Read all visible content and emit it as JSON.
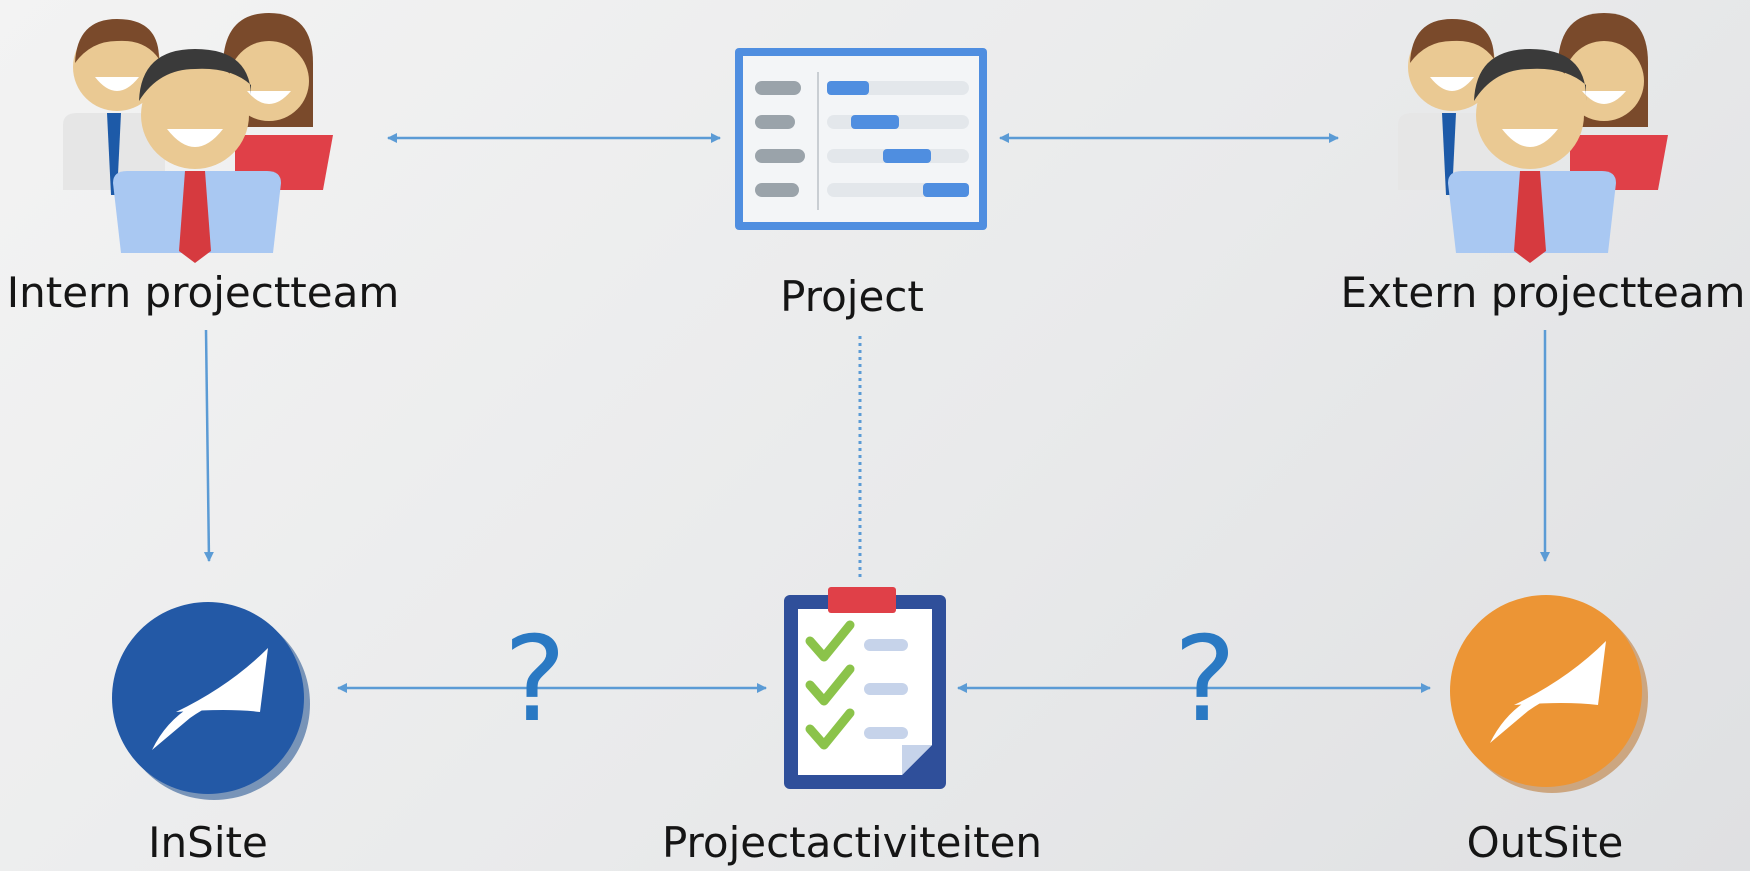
{
  "nodes": {
    "intern_team": {
      "label": "Intern projectteam"
    },
    "project": {
      "label": "Project"
    },
    "extern_team": {
      "label": "Extern projectteam"
    },
    "insite": {
      "label": "InSite",
      "color": "#2359a6"
    },
    "activities": {
      "label": "Projectactiviteiten"
    },
    "outsite": {
      "label": "OutSite",
      "color": "#ec9535"
    }
  },
  "connectors": {
    "left_question": "?",
    "right_question": "?"
  },
  "colors": {
    "arrow": "#5b9bd5",
    "question": "#2a79c3",
    "label": "#151515"
  },
  "icons": {
    "team": "team-people-icon",
    "project": "gantt-chart-icon",
    "activities": "clipboard-checklist-icon",
    "insite": "insite-logo-icon",
    "outsite": "outsite-logo-icon"
  }
}
